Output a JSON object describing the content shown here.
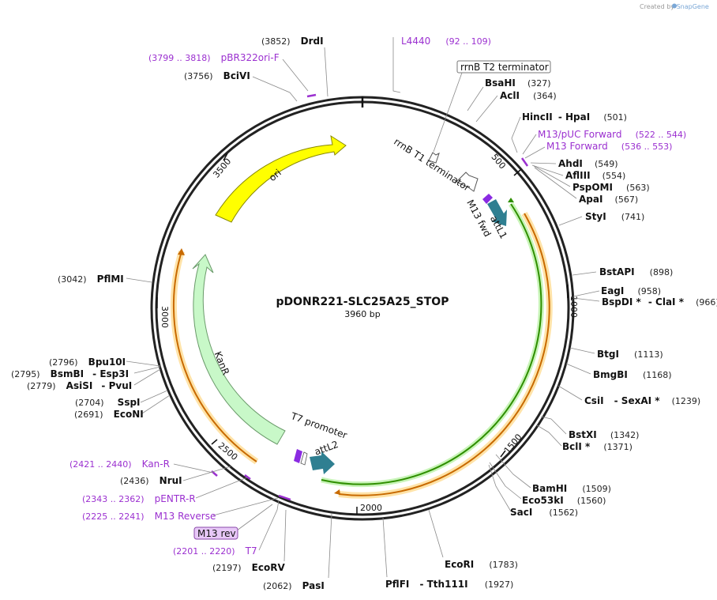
{
  "credit": {
    "created_by": "Created by",
    "app": "SnapGene"
  },
  "plasmid": {
    "name": "pDONR221-SLC25A25_STOP",
    "length_label": "3960 bp",
    "length": 3960
  },
  "ruler_ticks": [
    "500",
    "1000",
    "1500",
    "2000",
    "2500",
    "3000",
    "3500"
  ],
  "sites": [
    {
      "name": "DrdI",
      "pos": "(3852)"
    },
    {
      "name": "BciVI",
      "pos": "(3756)"
    },
    {
      "name": "BsaHI",
      "pos": "(327)"
    },
    {
      "name": "AclI",
      "pos": "(364)"
    },
    {
      "name": "HincII",
      "pos": "(501)"
    },
    {
      "name": "HpaI",
      "pos": ""
    },
    {
      "name": "AhdI",
      "pos": "(549)"
    },
    {
      "name": "AflIII",
      "pos": "(554)"
    },
    {
      "name": "PspOMI",
      "pos": "(563)"
    },
    {
      "name": "ApaI",
      "pos": "(567)"
    },
    {
      "name": "StyI",
      "pos": "(741)"
    },
    {
      "name": "BstAPI",
      "pos": "(898)"
    },
    {
      "name": "EagI",
      "pos": "(958)"
    },
    {
      "name": "BspDI *",
      "pos": ""
    },
    {
      "name": "ClaI *",
      "pos": "(966)"
    },
    {
      "name": "BtgI",
      "pos": "(1113)"
    },
    {
      "name": "BmgBI",
      "pos": "(1168)"
    },
    {
      "name": "CsiI",
      "pos": ""
    },
    {
      "name": "SexAI *",
      "pos": "(1239)"
    },
    {
      "name": "BstXI",
      "pos": "(1342)"
    },
    {
      "name": "BclI *",
      "pos": "(1371)"
    },
    {
      "name": "BamHI",
      "pos": "(1509)"
    },
    {
      "name": "Eco53kI",
      "pos": "(1560)"
    },
    {
      "name": "SacI",
      "pos": "(1562)"
    },
    {
      "name": "EcoRI",
      "pos": "(1783)"
    },
    {
      "name": "PflFI",
      "pos": ""
    },
    {
      "name": "Tth111I",
      "pos": "(1927)"
    },
    {
      "name": "PasI",
      "pos": "(2062)"
    },
    {
      "name": "EcoRV",
      "pos": "(2197)"
    },
    {
      "name": "NruI",
      "pos": "(2436)"
    },
    {
      "name": "EcoNI",
      "pos": "(2691)"
    },
    {
      "name": "SspI",
      "pos": "(2704)"
    },
    {
      "name": "AsiSI",
      "pos": "(2779)"
    },
    {
      "name": "PvuI",
      "pos": ""
    },
    {
      "name": "BsmBI",
      "pos": "(2795)"
    },
    {
      "name": "Esp3I",
      "pos": ""
    },
    {
      "name": "Bpu10I",
      "pos": "(2796)"
    },
    {
      "name": "PflMI",
      "pos": "(3042)"
    }
  ],
  "primers": [
    {
      "name": "L4440",
      "pos": "(92 .. 109)"
    },
    {
      "name": "pBR322ori-F",
      "pos": "(3799 .. 3818)"
    },
    {
      "name": "M13/pUC Forward",
      "pos": "(522 .. 544)"
    },
    {
      "name": "M13 Forward",
      "pos": "(536 .. 553)"
    },
    {
      "name": "Kan-R",
      "pos": "(2421 .. 2440)"
    },
    {
      "name": "pENTR-R",
      "pos": "(2343 .. 2362)"
    },
    {
      "name": "M13 Reverse",
      "pos": "(2225 .. 2241)"
    },
    {
      "name": "T7",
      "pos": "(2201 .. 2220)"
    }
  ],
  "features": {
    "rrnB_T2": "rrnB T2 terminator",
    "rrnB_T1": "rrnB T1 terminator",
    "M13_fwd": "M13 fwd",
    "attL1": "attL1",
    "ori": "ori",
    "KanR": "KanR",
    "T7_promoter": "T7 promoter",
    "attL2": "attL2",
    "M13_rev": "M13 rev"
  },
  "colors": {
    "backbone": "#222222",
    "ori": "#ffff00",
    "kanr": "#c8f8c8",
    "att": "#2f7f91",
    "insert_green": "#2f8f00",
    "insert_orange": "#c86a00",
    "primer": "#9b30d0",
    "m13rev_box": "#e8c8f8"
  }
}
